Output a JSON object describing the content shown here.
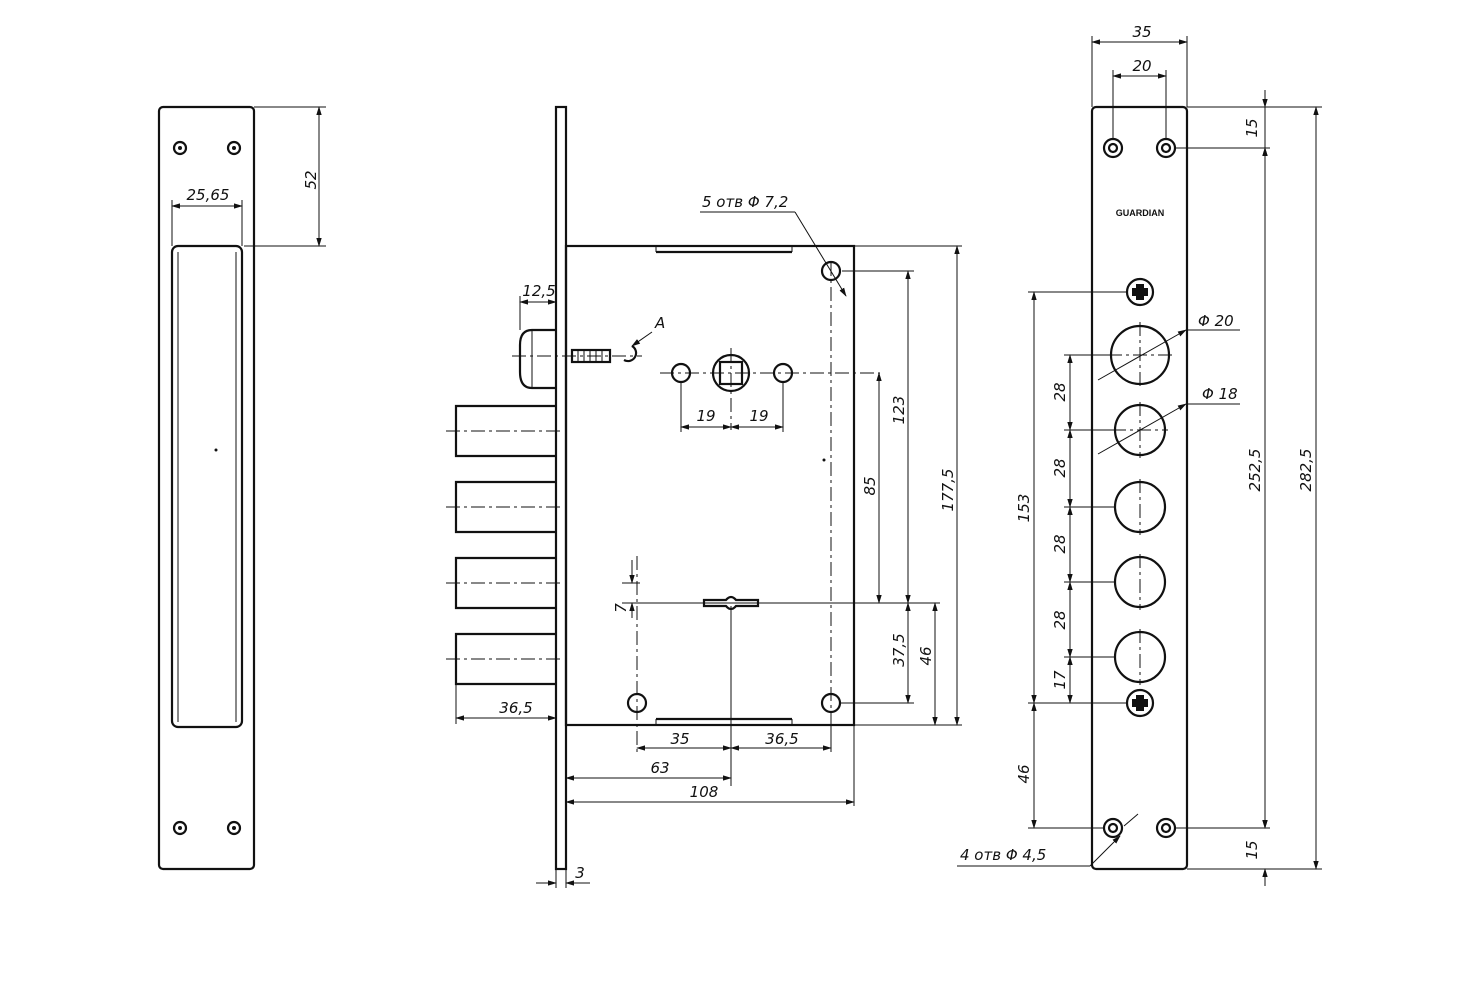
{
  "colors": {
    "line": "#111111",
    "background": "#ffffff"
  },
  "strike_plate": {
    "dims": {
      "top_to_pocket": "52",
      "pocket_width": "25,65"
    }
  },
  "lock_body": {
    "callouts": {
      "mount_holes": "5 отв Φ 7,2",
      "detail": "A"
    },
    "dims": {
      "bolt_offset": "12,5",
      "spindle_left": "19",
      "spindle_right": "19",
      "height_123": "123",
      "height_85": "85",
      "height_177": "177,5",
      "slot_7": "7",
      "height_37": "37,5",
      "height_46": "46",
      "bolt_extension": "36,5",
      "bottom_35": "35",
      "bottom_36": "36,5",
      "backset_63": "63",
      "width_108": "108",
      "plate_thickness": "3"
    }
  },
  "faceplate": {
    "brand": "GUARDIAN",
    "callouts": {
      "bolt_dia_20": "Φ 20",
      "bolt_dia_18": "Φ 18",
      "screw_holes": "4 отв Φ 4,5"
    },
    "dims": {
      "width_35": "35",
      "hole_spacing_20": "20",
      "top_15": "15",
      "pitch_1": "28",
      "pitch_2": "28",
      "pitch_3": "28",
      "pitch_4": "28",
      "last_17": "17",
      "span_153": "153",
      "bottom_46": "46",
      "bottom_15": "15",
      "length_252": "252,5",
      "length_282": "282,5"
    }
  }
}
